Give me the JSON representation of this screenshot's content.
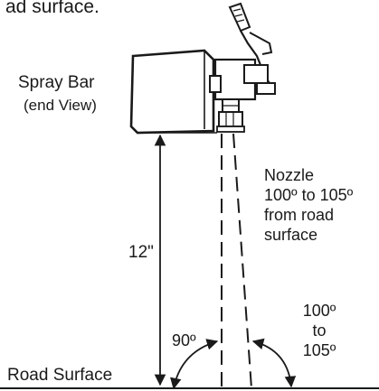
{
  "top_text": "ad surface.",
  "spray_bar": {
    "title": "Spray Bar",
    "subtitle": "(end View)"
  },
  "height_label": "12\"",
  "nozzle": {
    "line1": "Nozzle",
    "line2": "100º to 105º",
    "line3": "from road",
    "line4": "surface"
  },
  "angle_left": "90º",
  "angle_right": {
    "line1": "100º",
    "line2": "to",
    "line3": "105º"
  },
  "road_surface": "Road Surface"
}
